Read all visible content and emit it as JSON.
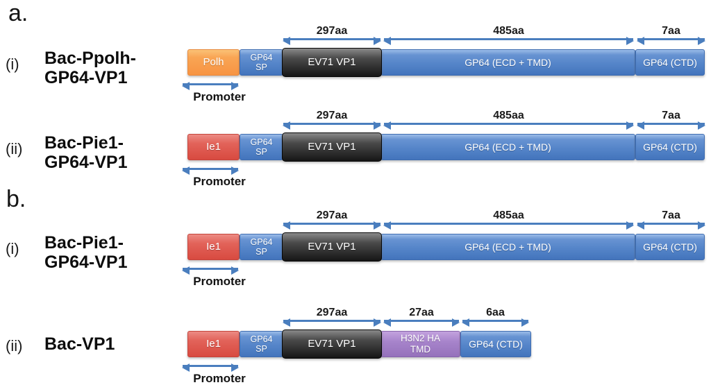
{
  "figure": {
    "section_a_label": "a.",
    "section_b_label": "b.",
    "colors": {
      "arrow": "#4A7EBE",
      "blue_segment": "#5585C9",
      "orange_segment": "#F79443",
      "red_segment": "#D84A40",
      "purple_segment": "#9571BB",
      "black_segment": "#2B2B2B",
      "label_text": "#1A1A1A"
    },
    "rows": [
      {
        "index": "(i)",
        "name": "Bac-Ppolh-\nGP64-VP1",
        "promoter_label": "Promoter",
        "measures": [
          {
            "value": "297aa"
          },
          {
            "value": "485aa"
          },
          {
            "value": "7aa"
          }
        ],
        "segments": [
          {
            "label": "Polh",
            "color": "orange"
          },
          {
            "label": "GP64\nSP",
            "color": "blue"
          },
          {
            "label": "EV71 VP1",
            "color": "black"
          },
          {
            "label": "GP64 (ECD + TMD)",
            "color": "blue"
          },
          {
            "label": "GP64 (CTD)",
            "color": "blue"
          }
        ]
      },
      {
        "index": "(ii)",
        "name": "Bac-Pie1-\nGP64-VP1",
        "promoter_label": "Promoter",
        "measures": [
          {
            "value": "297aa"
          },
          {
            "value": "485aa"
          },
          {
            "value": "7aa"
          }
        ],
        "segments": [
          {
            "label": "Ie1",
            "color": "red"
          },
          {
            "label": "GP64\nSP",
            "color": "blue"
          },
          {
            "label": "EV71 VP1",
            "color": "black"
          },
          {
            "label": "GP64 (ECD + TMD)",
            "color": "blue"
          },
          {
            "label": "GP64 (CTD)",
            "color": "blue"
          }
        ]
      },
      {
        "index": "(i)",
        "name": "Bac-Pie1-\nGP64-VP1",
        "promoter_label": "Promoter",
        "measures": [
          {
            "value": "297aa"
          },
          {
            "value": "485aa"
          },
          {
            "value": "7aa"
          }
        ],
        "segments": [
          {
            "label": "Ie1",
            "color": "red"
          },
          {
            "label": "GP64\nSP",
            "color": "blue"
          },
          {
            "label": "EV71 VP1",
            "color": "black"
          },
          {
            "label": "GP64 (ECD + TMD)",
            "color": "blue"
          },
          {
            "label": "GP64 (CTD)",
            "color": "blue"
          }
        ]
      },
      {
        "index": "(ii)",
        "name": "Bac-VP1",
        "promoter_label": "Promoter",
        "measures": [
          {
            "value": "297aa"
          },
          {
            "value": "27aa"
          },
          {
            "value": "6aa"
          }
        ],
        "segments": [
          {
            "label": "Ie1",
            "color": "red"
          },
          {
            "label": "GP64\nSP",
            "color": "blue"
          },
          {
            "label": "EV71 VP1",
            "color": "black"
          },
          {
            "label": "H3N2 HA\nTMD",
            "color": "purple"
          },
          {
            "label": "GP64 (CTD)",
            "color": "blue"
          }
        ]
      }
    ]
  }
}
